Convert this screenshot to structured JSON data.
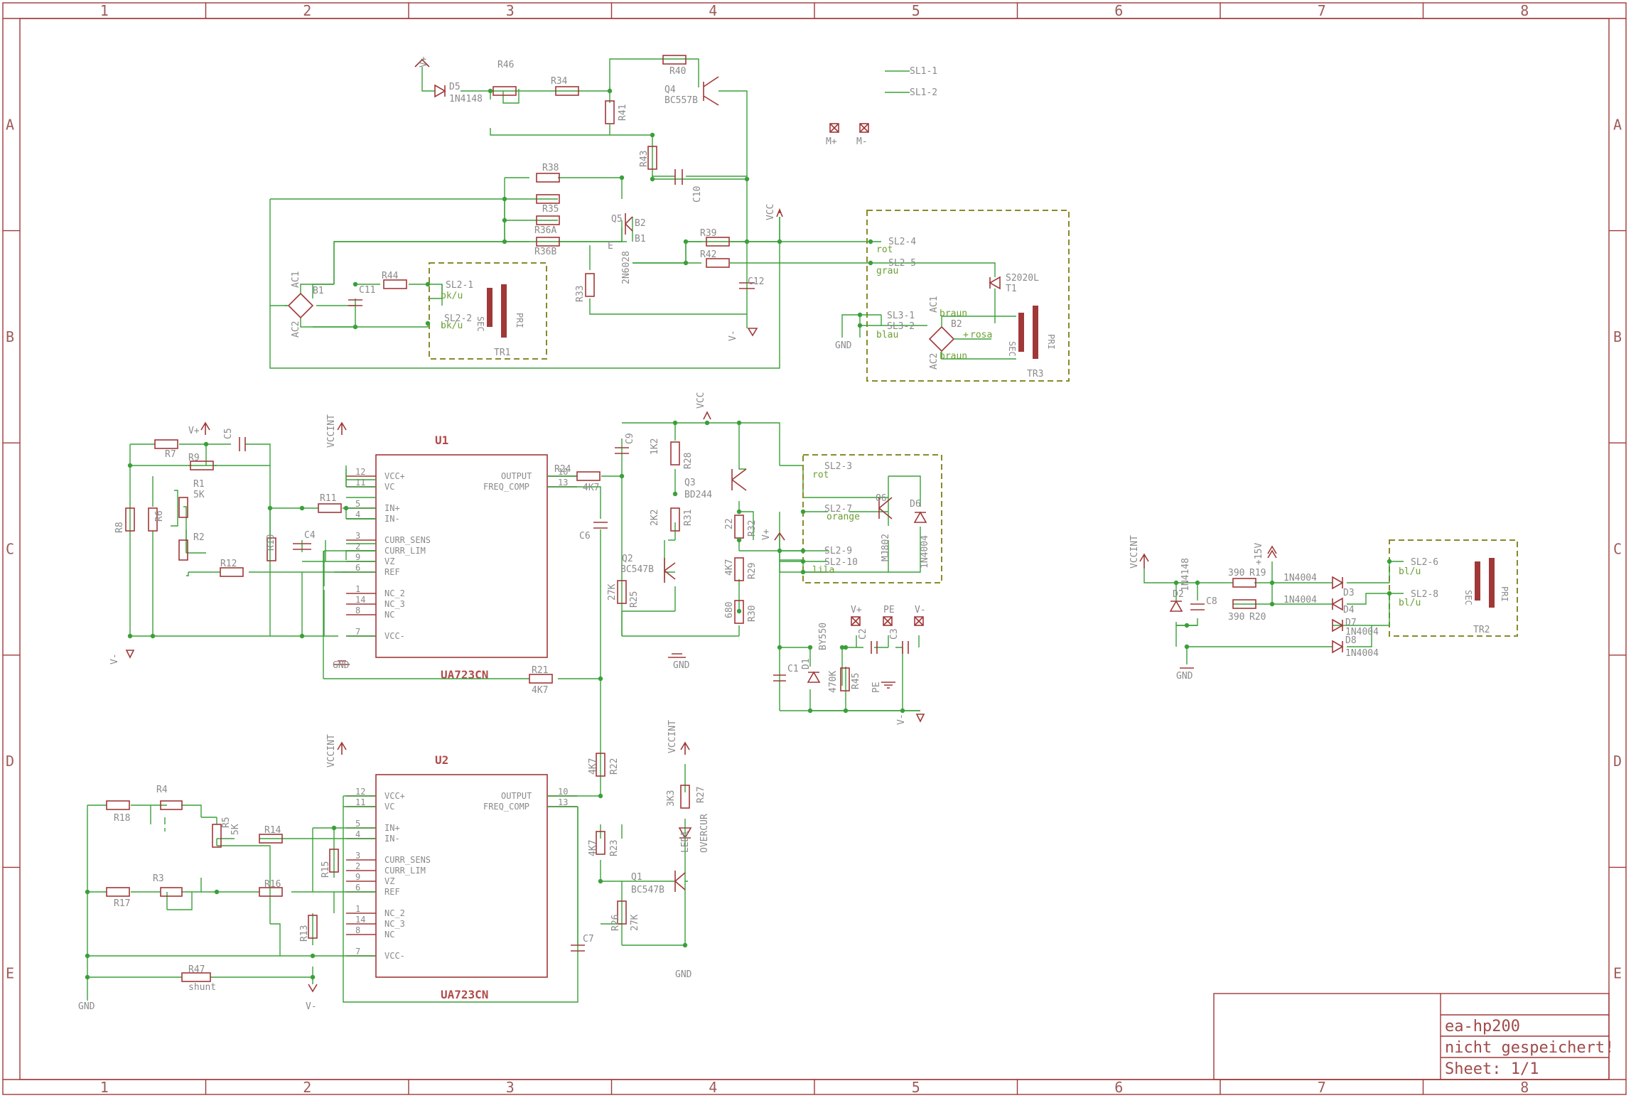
{
  "title_block": {
    "name": "ea-hp200",
    "status": "nicht gespeichert!",
    "sheet": "Sheet: 1/1"
  },
  "frame": {
    "columns": [
      "1",
      "2",
      "3",
      "4",
      "5",
      "6",
      "7",
      "8"
    ],
    "rows": [
      "A",
      "B",
      "C",
      "D",
      "E"
    ]
  },
  "ics": [
    {
      "ref": "U1",
      "part": "UA723CN",
      "left_pins": [
        {
          "num": "12",
          "name": "VCC+"
        },
        {
          "num": "11",
          "name": "VC"
        },
        {
          "num": "5",
          "name": "IN+"
        },
        {
          "num": "4",
          "name": "IN-"
        },
        {
          "num": "3",
          "name": "CURR_SENS"
        },
        {
          "num": "2",
          "name": "CURR_LIM"
        },
        {
          "num": "9",
          "name": "VZ"
        },
        {
          "num": "6",
          "name": "REF"
        },
        {
          "num": "1",
          "name": "NC_2"
        },
        {
          "num": "14",
          "name": "NC_3"
        },
        {
          "num": "8",
          "name": "NC"
        },
        {
          "num": "7",
          "name": "VCC-"
        }
      ],
      "right_pins": [
        {
          "num": "10",
          "name": "OUTPUT"
        },
        {
          "num": "13",
          "name": "FREQ_COMP"
        }
      ]
    },
    {
      "ref": "U2",
      "part": "UA723CN",
      "left_pins": [
        {
          "num": "12",
          "name": "VCC+"
        },
        {
          "num": "11",
          "name": "VC"
        },
        {
          "num": "5",
          "name": "IN+"
        },
        {
          "num": "4",
          "name": "IN-"
        },
        {
          "num": "3",
          "name": "CURR_SENS"
        },
        {
          "num": "2",
          "name": "CURR_LIM"
        },
        {
          "num": "9",
          "name": "VZ"
        },
        {
          "num": "6",
          "name": "REF"
        },
        {
          "num": "1",
          "name": "NC_2"
        },
        {
          "num": "14",
          "name": "NC_3"
        },
        {
          "num": "8",
          "name": "NC"
        },
        {
          "num": "7",
          "name": "VCC-"
        }
      ],
      "right_pins": [
        {
          "num": "10",
          "name": "OUTPUT"
        },
        {
          "num": "13",
          "name": "FREQ_COMP"
        }
      ]
    }
  ],
  "transformers": [
    {
      "ref": "TR1",
      "sec": "SEC",
      "pri": "PRI"
    },
    {
      "ref": "TR2",
      "sec": "SEC",
      "pri": "PRI"
    },
    {
      "ref": "TR3",
      "sec": "SEC",
      "pri": "PRI"
    }
  ],
  "connectors": {
    "sl2_1": "SL2-1",
    "sl2_2": "SL2-2",
    "sl2_3": "SL2-3",
    "sl2_4": "SL2-4",
    "sl2_5": "SL2-5",
    "sl2_6": "SL2-6",
    "sl2_7": "SL2-7",
    "sl2_8": "SL2-8",
    "sl2_9": "SL2-9",
    "sl2_10": "SL2-10",
    "sl3_1": "SL3-1",
    "sl3_2": "SL3-2",
    "sl1_1": "SL1-1",
    "sl1_2": "SL1-2"
  },
  "wire_colors": {
    "bk": "bk/u",
    "rot": "rot",
    "grau": "grau",
    "blau": "blau",
    "braun": "braun",
    "rosa": "rosa",
    "orange": "orange",
    "lila": "lila",
    "bl": "bl/u"
  },
  "nets": {
    "vplus": "V+",
    "vminus": "V-",
    "vcc": "VCC",
    "vccint": "VCCINT",
    "gnd": "GND",
    "p15": "+15V",
    "pe": "PE",
    "mplus": "M+",
    "mminus": "M-"
  },
  "labels": {
    "r1": "R1",
    "r1v": "5K",
    "r2": "R2",
    "r3": "R3",
    "r4": "R4",
    "r5": "R5",
    "r5v": "5K",
    "r6": "R6",
    "r7": "R7",
    "r8": "R8",
    "r9": "R9",
    "r10": "R10",
    "r11": "R11",
    "r12": "R12",
    "r13": "R13",
    "r14": "R14",
    "r15": "R15",
    "r16": "R16",
    "r17": "R17",
    "r18": "R18",
    "r19": "R19",
    "r19v": "390",
    "r20": "R20",
    "r20v": "390",
    "r21": "R21",
    "r21v": "4K7",
    "r22": "R22",
    "r22v": "4K7",
    "r23": "R23",
    "r23v": "4K7",
    "r24": "R24",
    "r24v": "4K7",
    "r25": "R25",
    "r25v": "27K",
    "r26": "R26",
    "r26v": "27K",
    "r27": "R27",
    "r27v": "3K3",
    "r28": "R28",
    "r28v": "1K2",
    "r29": "R29",
    "r29v": "4K7",
    "r30": "R30",
    "r30v": "680",
    "r31": "R31",
    "r31v": "2K2",
    "r32": "R32",
    "r32v": "22",
    "r33": "R33",
    "r34": "R34",
    "r35": "R35",
    "r36a": "R36A",
    "r36b": "R36B",
    "r38": "R38",
    "r39": "R39",
    "r40": "R40",
    "r41": "R41",
    "r42": "R42",
    "r43": "R43",
    "r44": "R44",
    "r45": "R45",
    "r45v": "470K",
    "r46": "R46",
    "r47": "R47",
    "r47v": "shunt",
    "c1": "C1",
    "c2": "C2",
    "c3": "C3",
    "c4": "C4",
    "c5": "C5",
    "c6": "C6",
    "c7": "C7",
    "c8": "C8",
    "c9": "C9",
    "c10": "C10",
    "c11": "C11",
    "c12": "C12",
    "d1": "D1",
    "d1v": "BY550",
    "d2": "D2",
    "d2v": "1N4148",
    "d3": "D3",
    "d3v": "1N4004",
    "d4": "D4",
    "d4v": "1N4004",
    "d5": "D5",
    "d5v": "1N4148",
    "d6": "D6",
    "d6v": "1N4004",
    "d7": "D7",
    "d7v": "1N4004",
    "d8": "D8",
    "d8v": "1N4004",
    "q1": "Q1",
    "q1v": "BC547B",
    "q2": "Q2",
    "q2v": "BC547B",
    "q3": "Q3",
    "q3v": "BD244",
    "q4": "Q4",
    "q4v": "BC557B",
    "q5": "Q5",
    "q5v": "2N6028",
    "q6": "Q6",
    "q6v": "MJ802",
    "b1": "B1",
    "b2": "B2",
    "t1": "T1",
    "t1v": "S2020L",
    "led": "LED1",
    "ledv": "OVERCUR",
    "ac1": "AC1",
    "ac2": "AC2",
    "e": "E",
    "b1pin": "B1",
    "b2pin": "B2",
    "plus": "+",
    "minus": "-"
  }
}
